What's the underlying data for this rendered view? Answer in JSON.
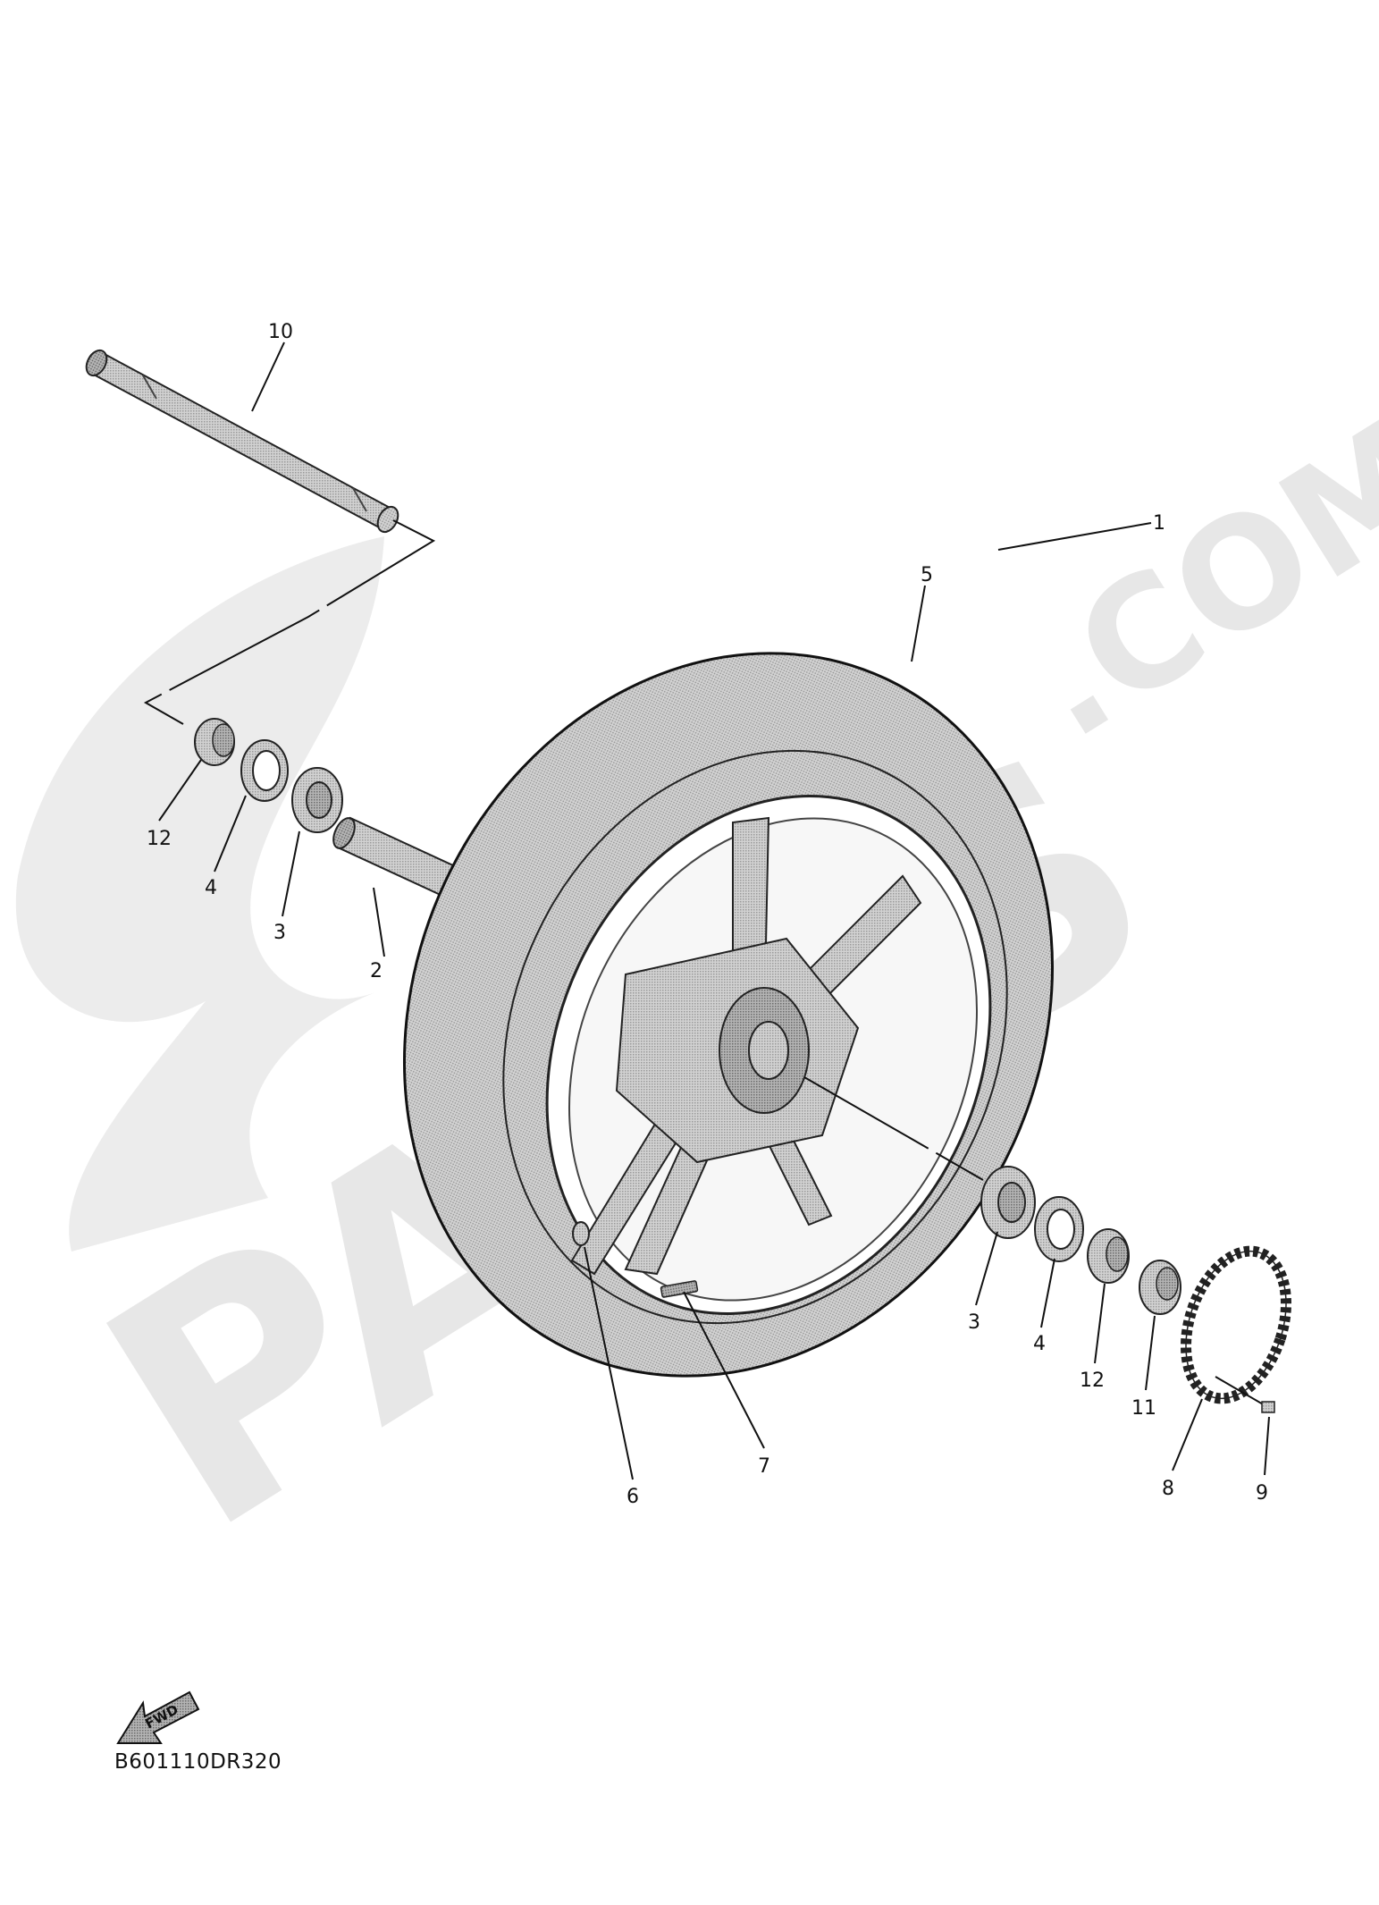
{
  "watermark": {
    "text": "PARTS",
    "domain": ".COM"
  },
  "callouts": [
    {
      "id": "1",
      "label": "1"
    },
    {
      "id": "2",
      "label": "2"
    },
    {
      "id": "3a",
      "label": "3"
    },
    {
      "id": "3b",
      "label": "3"
    },
    {
      "id": "4a",
      "label": "4"
    },
    {
      "id": "4b",
      "label": "4"
    },
    {
      "id": "5",
      "label": "5"
    },
    {
      "id": "6",
      "label": "6"
    },
    {
      "id": "7",
      "label": "7"
    },
    {
      "id": "8",
      "label": "8"
    },
    {
      "id": "9",
      "label": "9"
    },
    {
      "id": "10",
      "label": "10"
    },
    {
      "id": "11",
      "label": "11"
    },
    {
      "id": "12a",
      "label": "12"
    },
    {
      "id": "12b",
      "label": "12"
    }
  ],
  "fwd_arrow": {
    "label": "FWD"
  },
  "diagram_code": "B601110DR320"
}
